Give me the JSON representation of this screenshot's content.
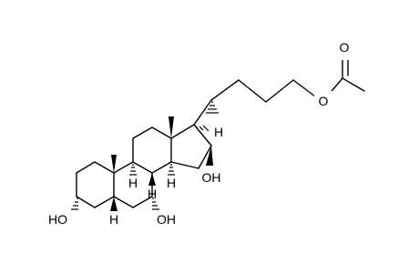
{
  "labels": {
    "o_ester_single": "O",
    "o_ester_double": "O",
    "h_c17": "H",
    "h_c8": "H",
    "h_c9": "H",
    "h_c14": "H",
    "h_c5": "H",
    "oh_c3": "HO",
    "oh_c7": "OH",
    "oh_c15": "OH"
  }
}
